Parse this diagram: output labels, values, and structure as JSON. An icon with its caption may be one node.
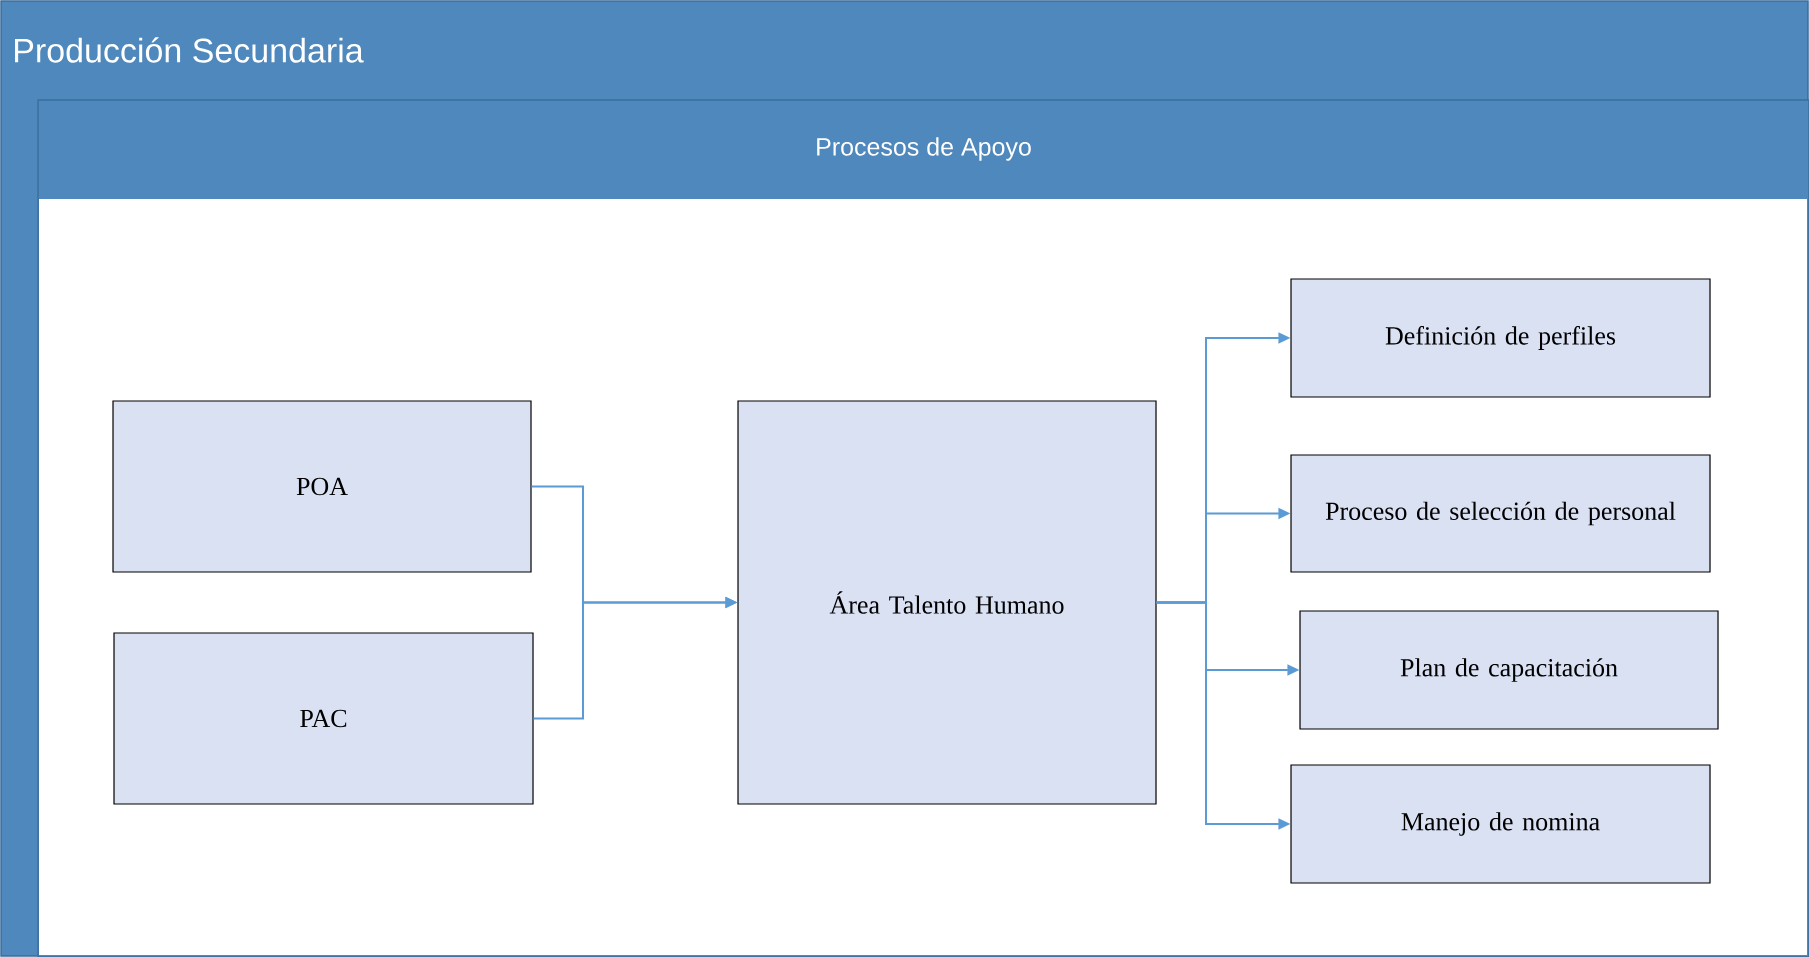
{
  "diagram": {
    "nodes": [
      {
        "text": [
          "Producción Secundaria"
        ]
      },
      {
        "text": [
          "Procesos de Apoyo"
        ],
        "in": 0
      },
      {
        "text": [
          "POA"
        ],
        "in": 1
      },
      {
        "text": [
          "PAC"
        ],
        "in": 1
      },
      {
        "text": [
          "Área Talento Humano"
        ],
        "in": 1
      },
      {
        "text": [
          "Definición de perfiles"
        ],
        "in": 1
      },
      {
        "text": [
          "Proceso de selección de personal"
        ],
        "in": 1
      },
      {
        "text": [
          "Plan de capacitación"
        ],
        "in": 1
      },
      {
        "text": [
          "Manejo de nomina"
        ],
        "in": 1
      }
    ],
    "edges": [
      {
        "from": 2,
        "to": 4,
        "arrow": "to"
      },
      {
        "from": 3,
        "to": 4,
        "arrow": "to"
      },
      {
        "from": 4,
        "to": 5,
        "arrow": "to"
      },
      {
        "from": 4,
        "to": 6,
        "arrow": "to"
      },
      {
        "from": 4,
        "to": 7,
        "arrow": "to"
      },
      {
        "from": 4,
        "to": 8,
        "arrow": "to"
      }
    ]
  }
}
